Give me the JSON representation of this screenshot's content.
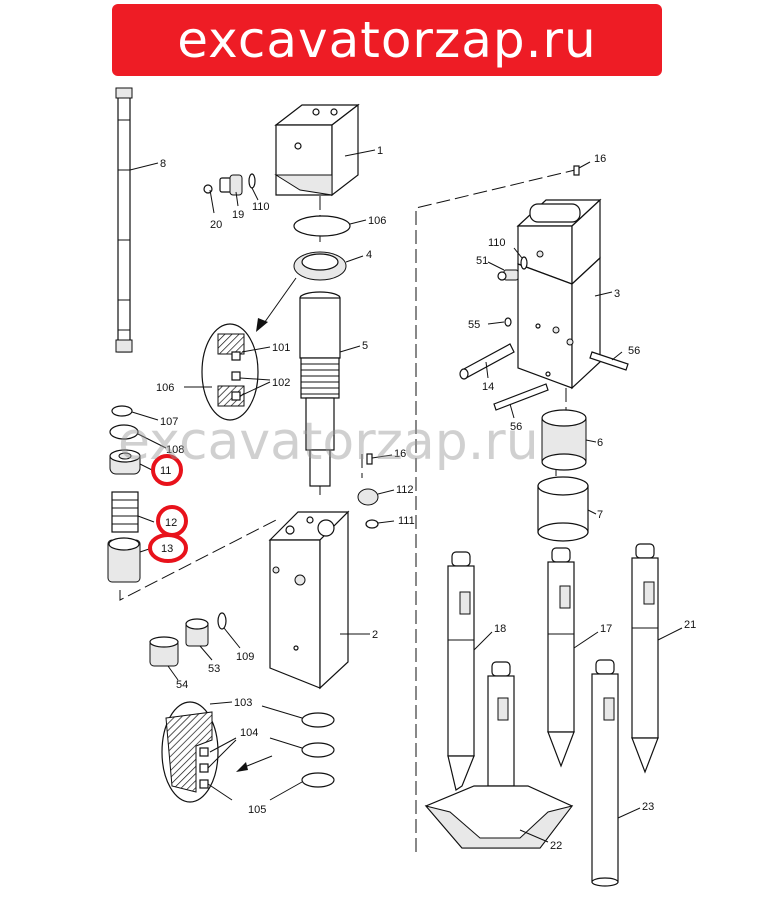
{
  "banner": {
    "text": "excavatorzap.ru",
    "bg_color": "#ee1c25",
    "text_color": "#ffffff"
  },
  "watermark": {
    "text": "excavatorzap.ru"
  },
  "highlight_color": "#e8121b",
  "labels": {
    "p1": "1",
    "p2": "2",
    "p3": "3",
    "p4": "4",
    "p5": "5",
    "p6": "6",
    "p7": "7",
    "p8": "8",
    "p11": "11",
    "p12": "12",
    "p13": "13",
    "p14": "14",
    "p16a": "16",
    "p16b": "16",
    "p17": "17",
    "p18": "18",
    "p19": "19",
    "p20": "20",
    "p21": "21",
    "p22": "22",
    "p23": "23",
    "p51": "51",
    "p53": "53",
    "p54": "54",
    "p55": "55",
    "p56a": "56",
    "p56b": "56",
    "p101": "101",
    "p102": "102",
    "p103": "103",
    "p104": "104",
    "p105": "105",
    "p106a": "106",
    "p106b": "106",
    "p107": "107",
    "p108": "108",
    "p109": "109",
    "p110a": "110",
    "p110b": "110",
    "p111": "111",
    "p112": "112"
  }
}
